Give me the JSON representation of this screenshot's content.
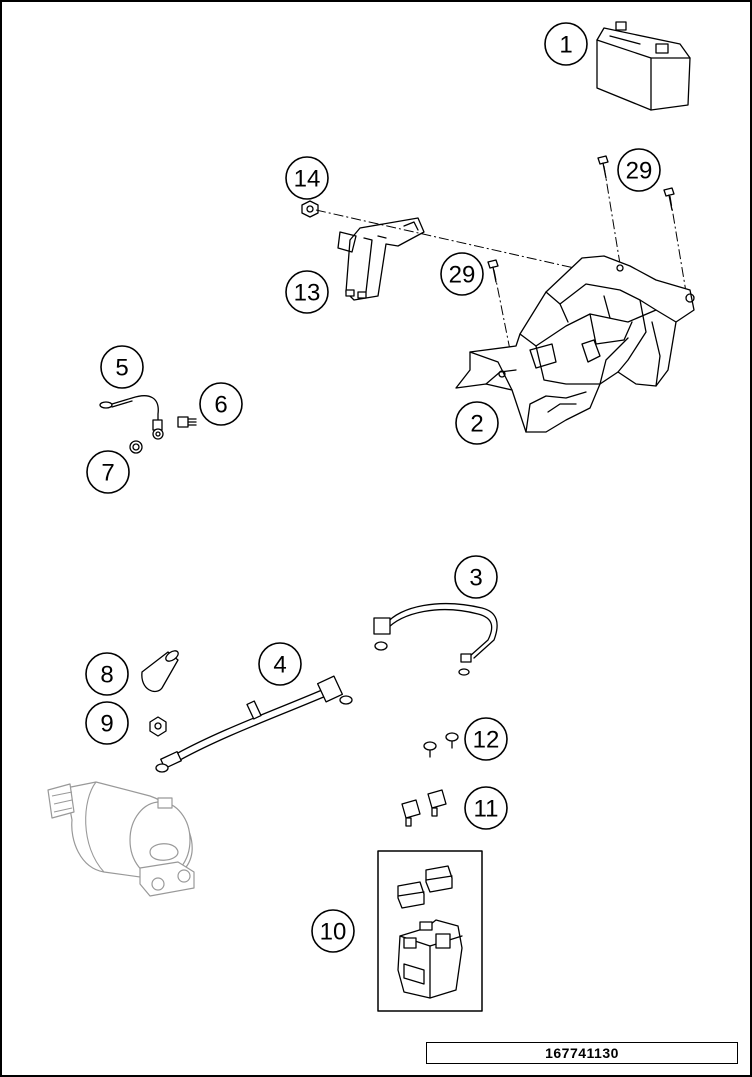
{
  "callouts": {
    "c1": "1",
    "c2": "2",
    "c3": "3",
    "c4": "4",
    "c5": "5",
    "c6": "6",
    "c7": "7",
    "c8": "8",
    "c9": "9",
    "c10": "10",
    "c11": "11",
    "c12": "12",
    "c13": "13",
    "c14": "14",
    "c29a": "29",
    "c29b": "29"
  },
  "drawing_code": "167741130"
}
